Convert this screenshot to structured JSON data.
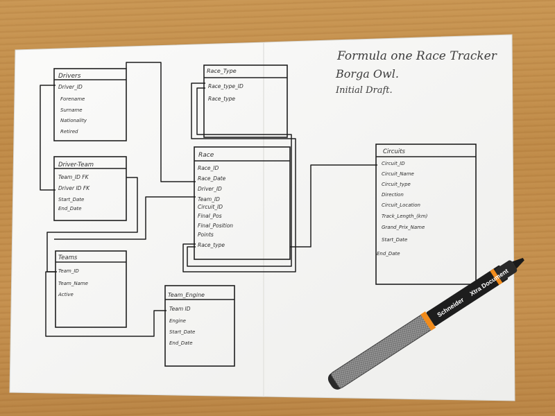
{
  "title_lines": [
    "Formula one Race Tracker",
    "Borga Owl.",
    "Initial Draft."
  ],
  "tables": {
    "drivers": {
      "title": "Drivers",
      "fields": [
        "Driver_ID",
        "Forename",
        "Surname",
        "Nationality",
        "Retired"
      ]
    },
    "race_type": {
      "title": "Race_Type",
      "fields": [
        "Race_type_ID",
        "Race_type"
      ]
    },
    "race": {
      "title": "Race",
      "fields": [
        "Race_ID",
        "Race_Date",
        "Driver_ID",
        "Team_ID",
        "Circuit_ID",
        "Final_Pos",
        "Final_Position",
        "Points",
        "Race_type"
      ]
    },
    "circuits": {
      "title": "Circuits",
      "fields": [
        "Circuit_ID",
        "Circuit_Name",
        "Circuit_type",
        "Direction",
        "Circuit_Location",
        "Track_Length_(km)",
        "Grand_Prix_Name",
        "Start_Date",
        "End_Date"
      ]
    },
    "driver_team": {
      "title": "Driver-Team",
      "fields": [
        "Team_ID FK",
        "Driver ID FK",
        "Start_Date",
        "End_Date"
      ]
    },
    "teams": {
      "title": "Teams",
      "fields": [
        "Team_ID",
        "Team_Name",
        "Active"
      ]
    },
    "team_engine": {
      "title": "Team_Engine",
      "fields": [
        "Team ID",
        "Engine",
        "Start_Date",
        "End_Date"
      ]
    }
  },
  "pen": {
    "brand": "Schneider",
    "model": "Xtra Document",
    "colors": {
      "barrel": "#8e8e8e",
      "band": "#f28c1c",
      "cap": "#2a2a2a"
    }
  },
  "colors": {
    "ink": "#1e1e1e",
    "paper": "#f8f8f6",
    "table": "#bf8a47"
  }
}
